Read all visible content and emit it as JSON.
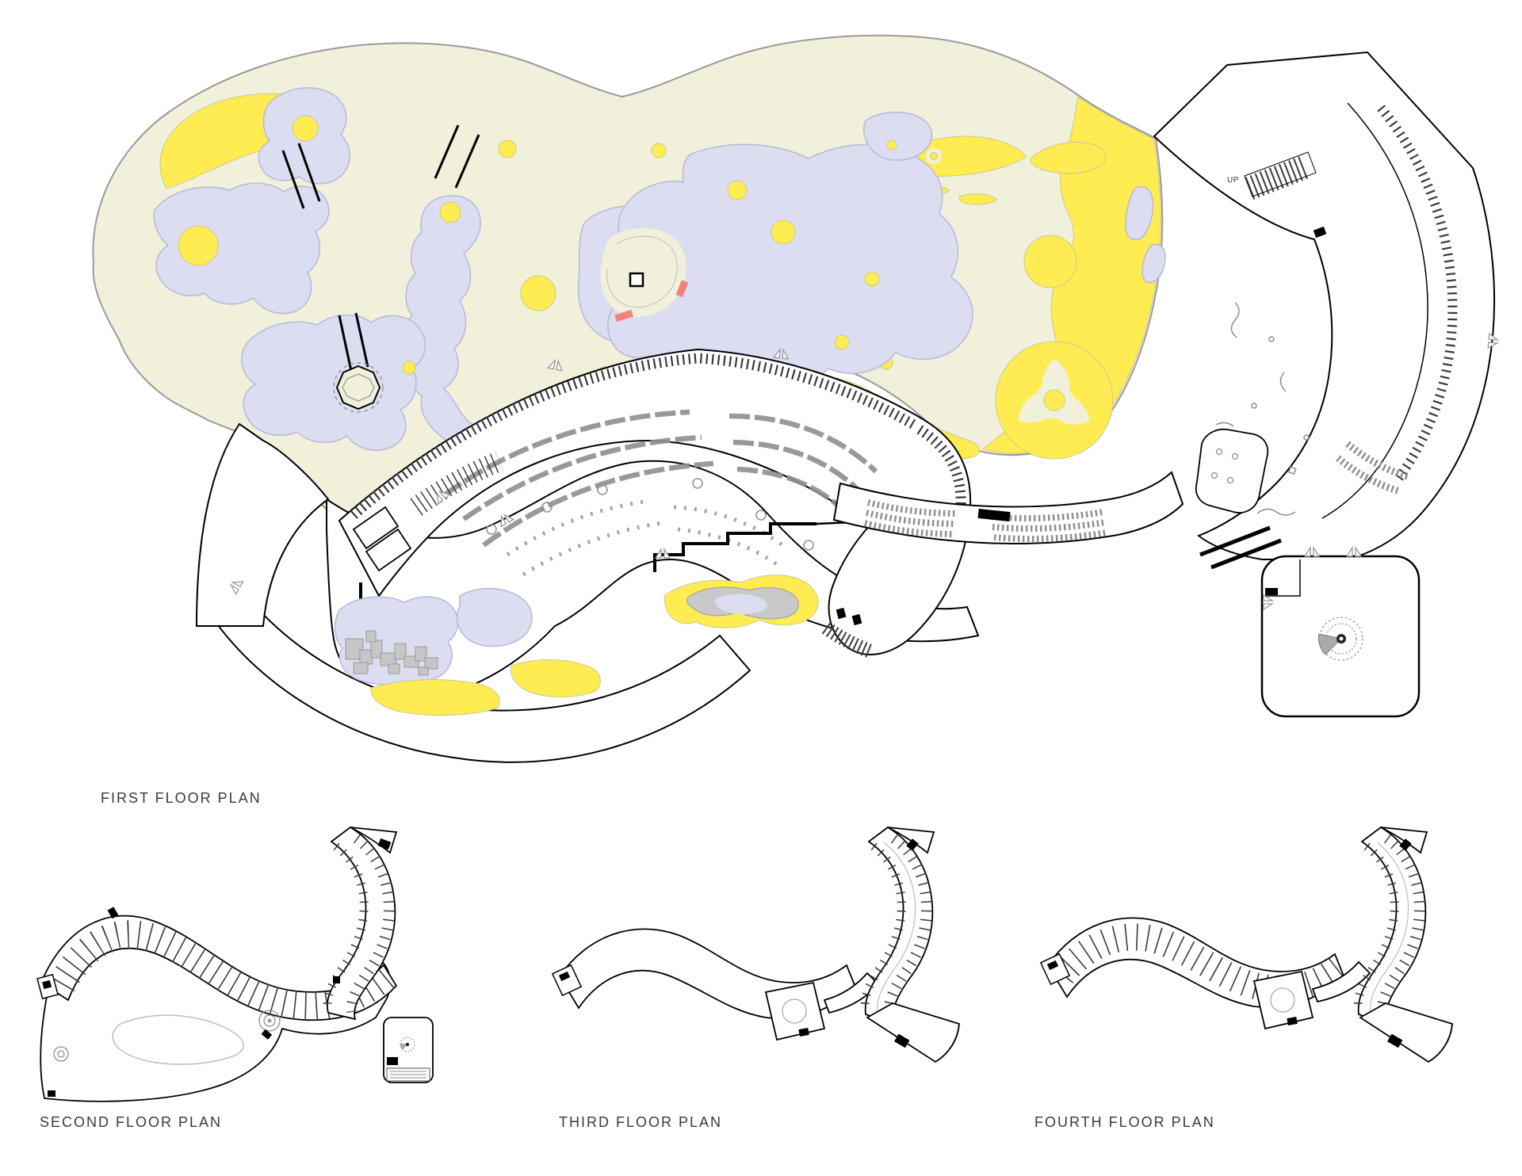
{
  "page": {
    "background": "#ffffff",
    "description": "Architectural drawing sheet with four stacked floor plans of a curvilinear library building set in an organic landscape"
  },
  "palette": {
    "site_fill": "#F1F1DB",
    "site_stroke": "#9A9A9A",
    "yellow": "#FFEB52",
    "yellow_stroke": "#C9C98E",
    "pond_fill": "#DCDDF1",
    "pond_stroke": "#B7B8D8",
    "ink": "#000000",
    "furniture_gray": "#8F8F8F",
    "light_gray": "#BDBDBD",
    "block_fill": "#C6C6C6",
    "salmon": "#F2827F",
    "label_color": "#3A3A3A"
  },
  "plans": [
    {
      "id": "first-floor-plan",
      "label": "FIRST FLOOR PLAN"
    },
    {
      "id": "second-floor-plan",
      "label": "SECOND FLOOR PLAN"
    },
    {
      "id": "third-floor-plan",
      "label": "THIRD FLOOR PLAN"
    },
    {
      "id": "fourth-floor-plan",
      "label": "FOURTH FLOOR PLAN"
    }
  ],
  "annotations": {
    "stair_direction_label": "UP"
  }
}
